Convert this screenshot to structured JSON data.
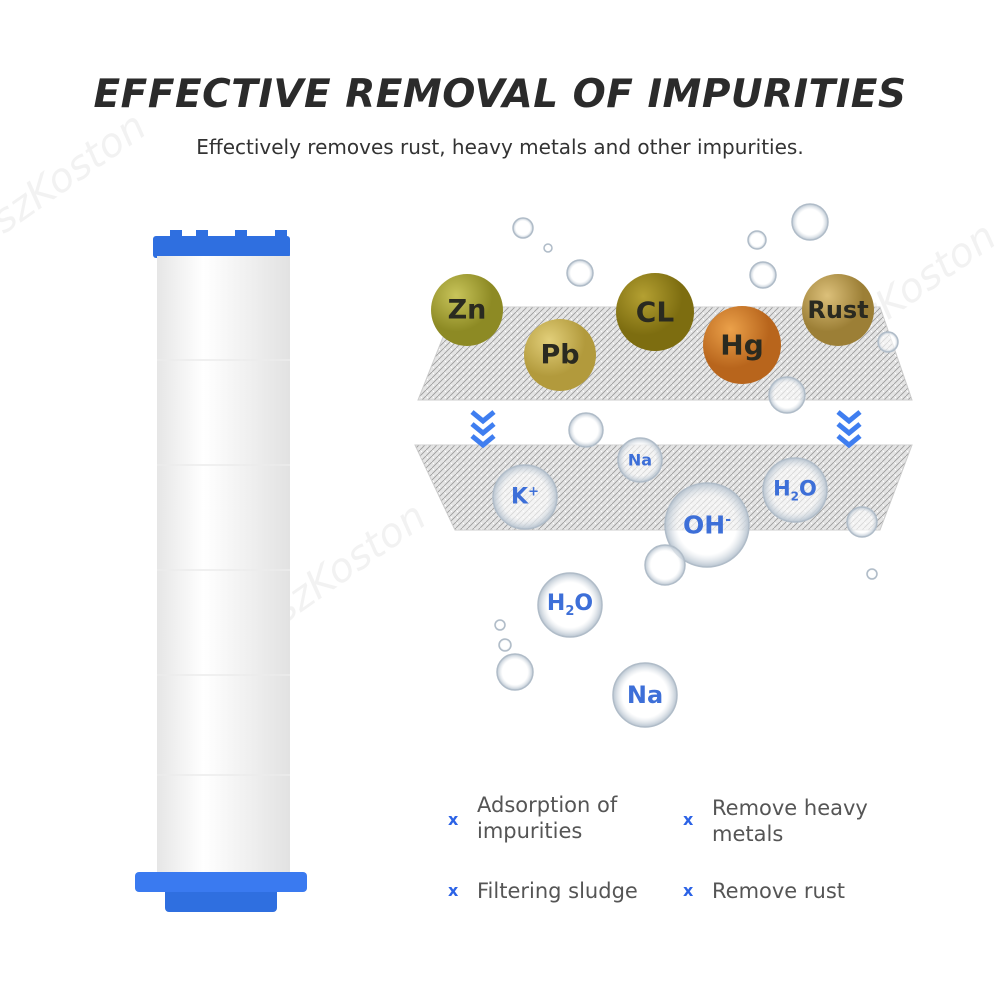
{
  "header": {
    "title": "EFFECTIVE REMOVAL OF IMPURITIES",
    "subtitle": "Effectively removes rust, heavy metals and other impurities."
  },
  "impurities": [
    "Zn",
    "Pb",
    "CL",
    "Hg",
    "Rust"
  ],
  "ions": {
    "na_small": "Na",
    "k": "K",
    "k_sup": "+",
    "oh": "OH",
    "oh_sup": "-",
    "h2o_a": "H",
    "h2o_a_sub": "2",
    "h2o_a_end": "O",
    "h2o_b": "H",
    "h2o_b_sub": "2",
    "h2o_b_end": "O",
    "na_large": "Na"
  },
  "features": [
    "Adsorption of impurities",
    "Remove heavy metals",
    "Filtering sludge",
    "Remove rust"
  ],
  "feature_bullet": "x",
  "watermark": "szKoston",
  "colors": {
    "accent": "#2c63e6",
    "filter_blue": "#2f6fe0"
  }
}
